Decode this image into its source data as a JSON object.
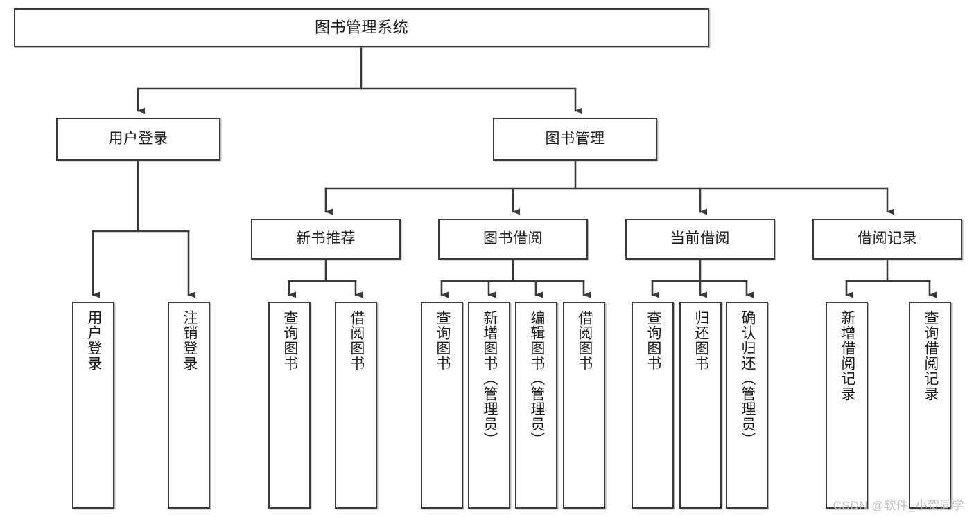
{
  "diagram": {
    "title": "图书管理系统",
    "type": "tree-hierarchy-chart",
    "stroke_color": "#3a3a3a",
    "fill_color": "#ffffff",
    "text_color": "#1d1d1d"
  },
  "nodes": {
    "root": {
      "label": "图书管理系统"
    },
    "level2": [
      {
        "label": "用户登录"
      },
      {
        "label": "图书管理"
      }
    ],
    "level3": [
      {
        "label": "新书推荐"
      },
      {
        "label": "图书借阅"
      },
      {
        "label": "当前借阅"
      },
      {
        "label": "借阅记录"
      }
    ],
    "leaves": [
      {
        "label": "用户登录"
      },
      {
        "label": "注销登录"
      },
      {
        "label": "查询图书"
      },
      {
        "label": "借阅图书"
      },
      {
        "label": "查询图书"
      },
      {
        "label": "新增图书（管理员）"
      },
      {
        "label": "编辑图书（管理员）"
      },
      {
        "label": "借阅图书"
      },
      {
        "label": "查询图书"
      },
      {
        "label": "归还图书"
      },
      {
        "label": "确认归还（管理员）"
      },
      {
        "label": "新增借阅记录"
      },
      {
        "label": "查询借阅记录"
      }
    ]
  },
  "watermark": {
    "text": "CSDN @软件_小贺同学",
    "color": "#c2c2c2"
  }
}
